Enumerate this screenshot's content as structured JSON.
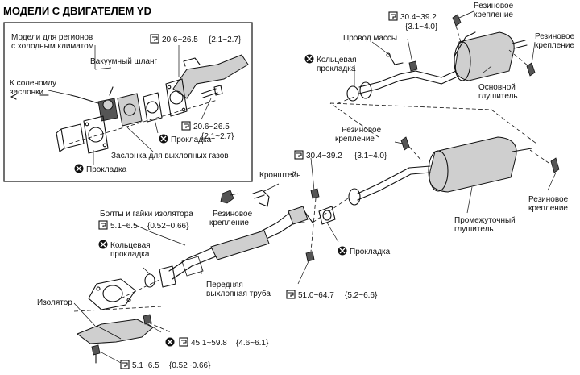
{
  "title": "МОДЕЛИ С ДВИГАТЕЛЕМ YD",
  "inset": {
    "heading_line1": "Модели для регионов",
    "heading_line2": "с холодным климатом",
    "vacuum_hose": "Вакуумный шланг",
    "solenoid_line1": "К соленоиду",
    "solenoid_line2": "заслонки",
    "torque_top": "20.6~26.5",
    "torque_top_alt": "{2.1~2.7}",
    "torque_bolt": "20.6~26.5",
    "torque_bolt_alt": "{2.1~2.7}",
    "gasket_right": "Прокладка",
    "exhaust_valve": "Заслонка для выхлопных газов",
    "gasket_left": "Прокладка"
  },
  "labels": {
    "torque_main_muffler": "30.4~39.2",
    "torque_main_muffler_alt": "{3.1~4.0}",
    "ground_wire": "Провод массы",
    "oring_top_line1": "Кольцевая",
    "oring_top_line2": "прокладка",
    "rubber_top_line1": "Резиновое",
    "rubber_top_line2": "крепление",
    "rubber_right_line1": "Резиновое",
    "rubber_right_line2": "крепление",
    "main_muffler_line1": "Основной",
    "main_muffler_line2": "глушитель",
    "rubber_mid_line1": "Резиновое",
    "rubber_mid_line2": "крепление",
    "torque_center": "30.4~39.2",
    "torque_center_alt": "{3.1~4.0}",
    "bracket": "Кронштейн",
    "rubber_left_line1": "Резиновое",
    "rubber_left_line2": "крепление",
    "gasket_center": "Прокладка",
    "torque_bottom_center": "51.0~64.7",
    "torque_bottom_center_alt": "{5.2~6.6}",
    "rubber_far_right_line1": "Резиновое",
    "rubber_far_right_line2": "крепление",
    "center_muffler_line1": "Промежуточный",
    "center_muffler_line2": "глушитель",
    "insulator_bolts": "Болты и гайки изолятора",
    "torque_insulator": "5.1~6.5",
    "torque_insulator_alt": "{0.52~0.66}",
    "oring_left_line1": "Кольцевая",
    "oring_left_line2": "прокладка",
    "front_pipe_line1": "Передняя",
    "front_pipe_line2": "выхлопная труба",
    "insulator": "Изолятор",
    "torque_front_pipe": "45.1~59.8",
    "torque_front_pipe_alt": "{4.6~6.1}",
    "torque_bottom": "5.1~6.5",
    "torque_bottom_alt": "{0.52~0.66}"
  },
  "icons": {
    "torque": "torque-wrench-icon",
    "replace": "do-not-reuse-icon"
  }
}
